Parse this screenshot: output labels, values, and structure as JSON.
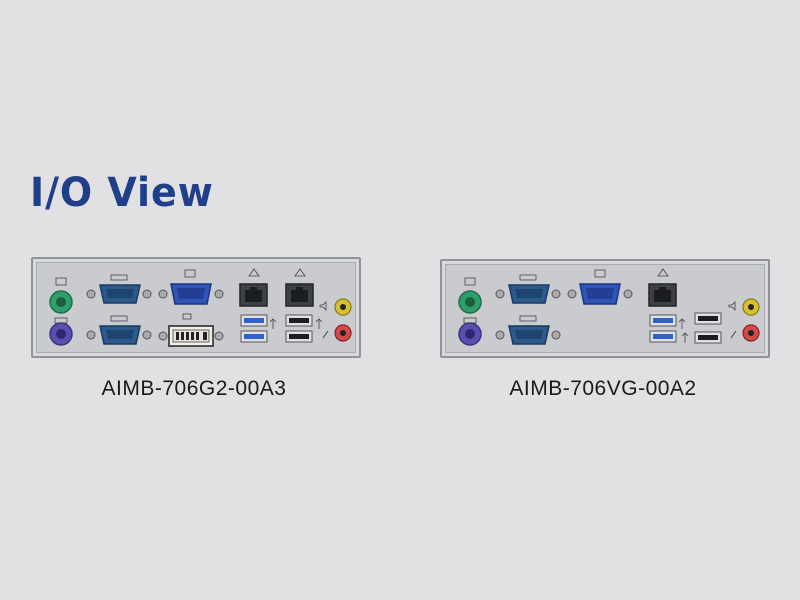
{
  "title": "I/O View",
  "panels": [
    {
      "caption": "AIMB-706G2-00A3"
    },
    {
      "caption": "AIMB-706VG-00A2"
    }
  ],
  "colors": {
    "title": "#1f3f8a",
    "ps2_keyboard": "#5a4fb0",
    "ps2_mouse": "#2e9e6a",
    "usb3": "#2f5fc8",
    "serial": "#2d5a8c",
    "audio_line_out": "#d9c030",
    "audio_mic": "#d34a4a"
  }
}
